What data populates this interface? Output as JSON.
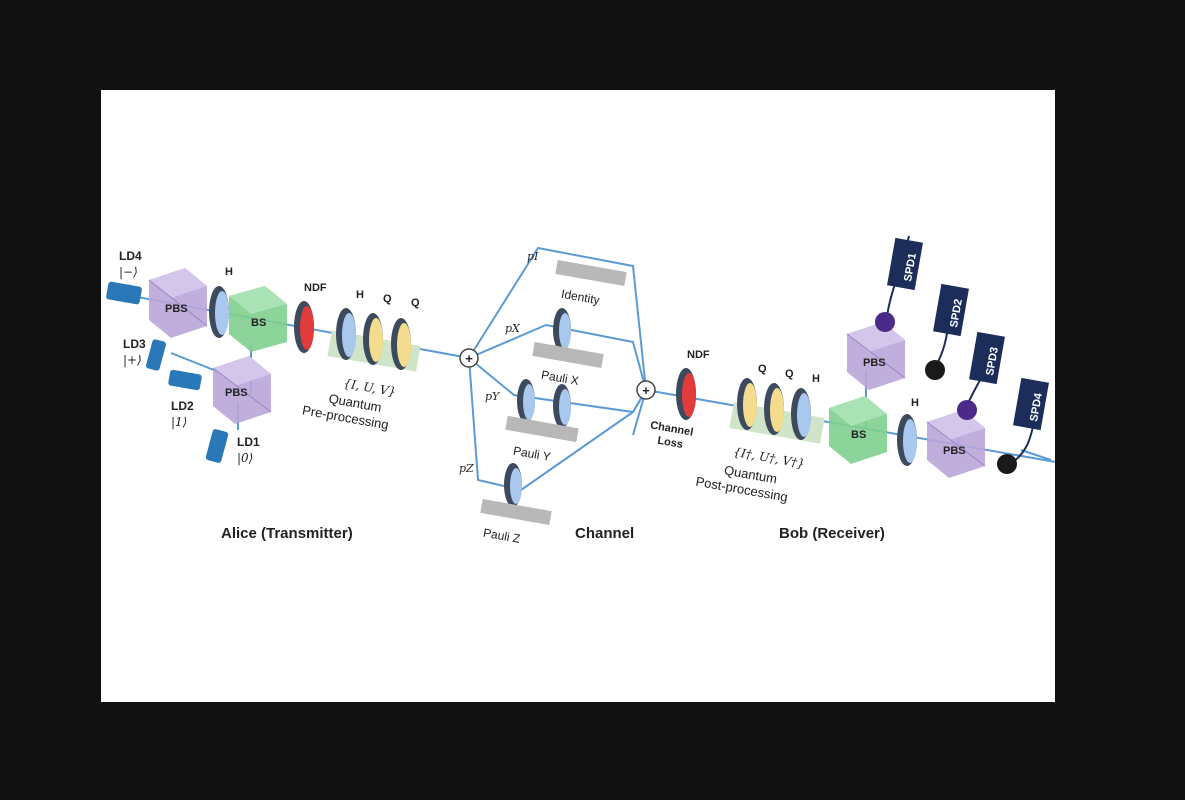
{
  "sections": {
    "alice": "Alice (Transmitter)",
    "channel": "Channel",
    "bob": "Bob (Receiver)"
  },
  "sources": [
    {
      "name": "LD4",
      "state": "|−⟩"
    },
    {
      "name": "LD3",
      "state": "|+⟩"
    },
    {
      "name": "LD2",
      "state": "|1⟩"
    },
    {
      "name": "LD1",
      "state": "|0⟩"
    }
  ],
  "detectors": [
    "SPD1",
    "SPD2",
    "SPD3",
    "SPD4"
  ],
  "components": {
    "pbs": "PBS",
    "bs": "BS",
    "ndf": "NDF",
    "h": "H",
    "q": "Q"
  },
  "alice_processing": {
    "set": "{I, U, V}",
    "line1": "Quantum",
    "line2": "Pre-processing"
  },
  "bob_processing": {
    "set": "{I†, U†, V†}",
    "line1": "Quantum",
    "line2": "Post-processing"
  },
  "channel": {
    "loss_line1": "Channel",
    "loss_line2": "Loss",
    "branches": [
      {
        "prob": "pI",
        "label": "Identity"
      },
      {
        "prob": "pX",
        "label": "Pauli X"
      },
      {
        "prob": "pY",
        "label": "Pauli Y"
      },
      {
        "prob": "pZ",
        "label": "Pauli Z"
      }
    ],
    "combiner_symbol": "+"
  },
  "colors": {
    "beam": "#5b9bd5",
    "pbs": "#b9a5d9",
    "bs": "#7fcf8f",
    "ndf": "#e23b3b",
    "halfwave": "#a9c8ee",
    "quarterwave": "#f3dc8e",
    "detector": "#1c2d5a",
    "laser": "#2a78b8"
  }
}
